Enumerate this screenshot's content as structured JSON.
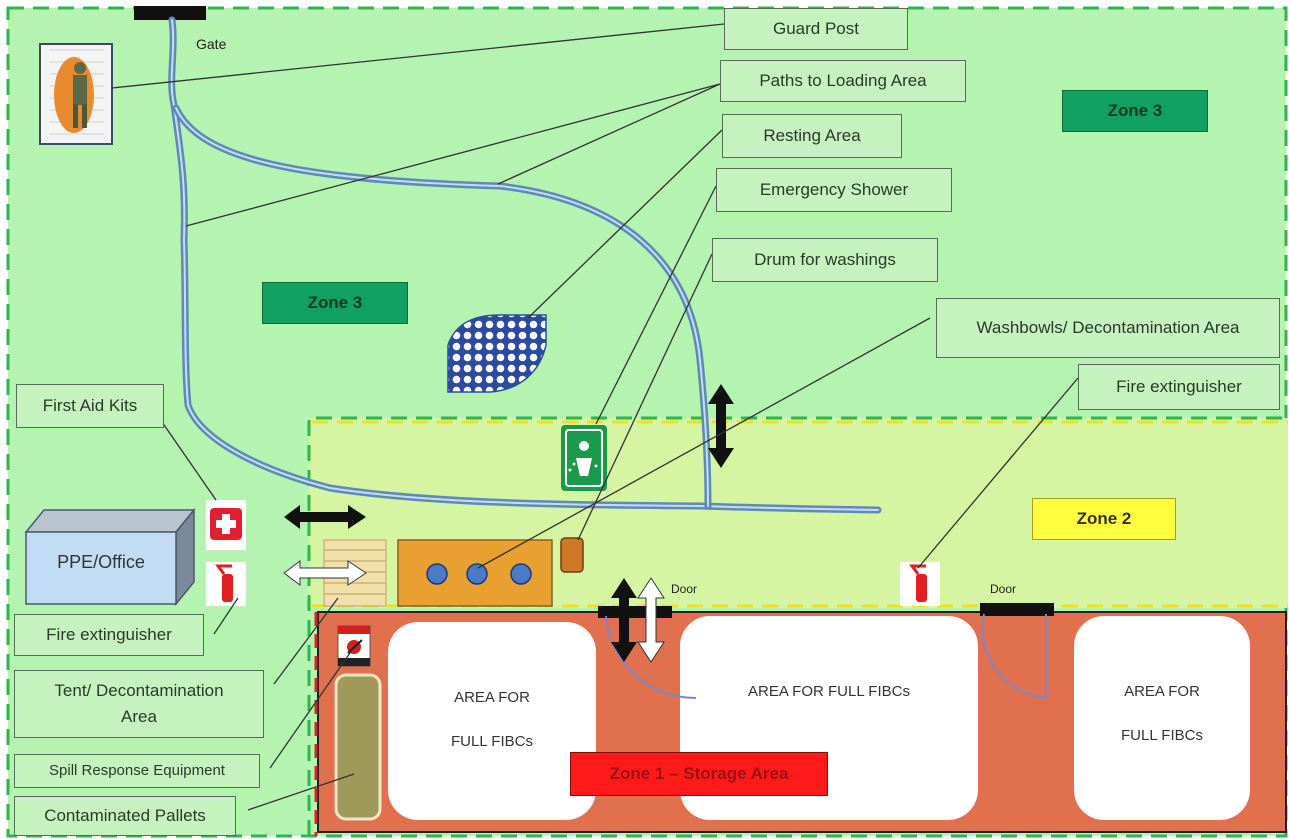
{
  "zones": {
    "zone3_right": "Zone 3",
    "zone3_left": "Zone 3",
    "zone2": "Zone 2",
    "zone1": "Zone 1 – Storage Area"
  },
  "labels": {
    "gate": "Gate",
    "door_left": "Door",
    "door_right": "Door",
    "ppe_office": "PPE/Office"
  },
  "callouts": {
    "guard_post": "Guard Post",
    "paths_loading": "Paths to Loading Area",
    "resting_area": "Resting Area",
    "emergency_shower": "Emergency Shower",
    "drum_washings": "Drum for washings",
    "washbowls": "Washbowls/ Decontamination Area",
    "fire_ext_right": "Fire extinguisher",
    "first_aid": "First Aid Kits",
    "fire_ext_left": "Fire extinguisher",
    "tent_line1": "Tent/ Decontamination",
    "tent_line2": "Area",
    "spill": "Spill Response Equipment",
    "pallets": "Contaminated Pallets"
  },
  "storage_areas": {
    "area1_line1": "AREA FOR",
    "area1_line2": "FULL FIBCs",
    "area2": "AREA FOR FULL FIBCs",
    "area3_line1": "AREA FOR",
    "area3_line2": "FULL FIBCs"
  },
  "colors": {
    "zone3_fill": "#b5f3b1",
    "zone2_fill": "#d6f5a2",
    "zone1_fill": "#e0704e",
    "zone3_label": "#10a060",
    "zone2_label": "#ffff40",
    "zone1_label": "#ff1a1a",
    "path": "#5d8ab8"
  }
}
